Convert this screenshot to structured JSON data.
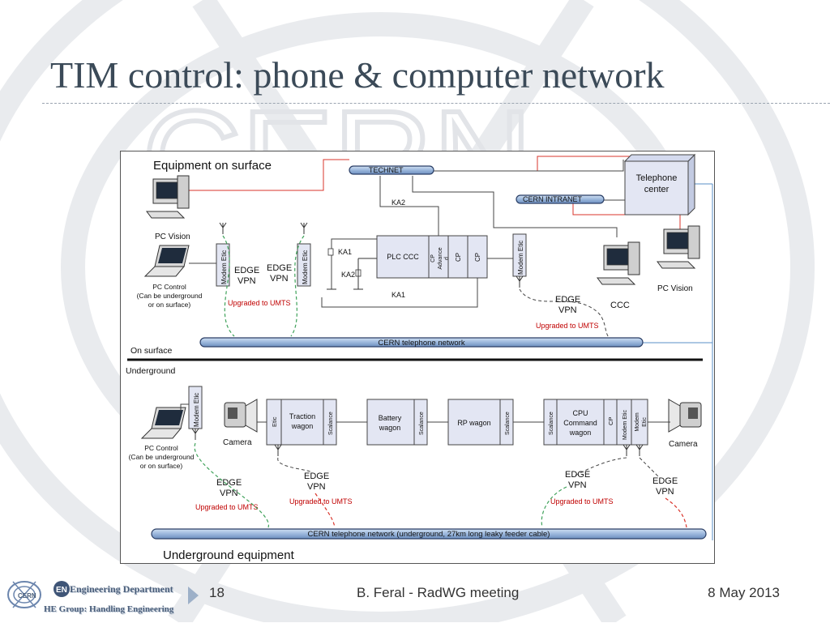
{
  "slide": {
    "title": "TIM control: phone & computer network",
    "number": "18",
    "presenter": "B. Feral  - RadWG meeting",
    "date": "8 May 2013",
    "logo": {
      "cern_text": "CERN",
      "en_badge": "EN",
      "department": "Engineering Department",
      "group": "HE Group: Handling Engineering"
    },
    "watermark_text": "CERN"
  },
  "diagram": {
    "surface_title": "Equipment on surface",
    "underground_title": "Underground equipment",
    "on_surface_label": "On surface",
    "underground_label": "Underground",
    "technet": "TECHNET",
    "cern_intranet": "CERN INTRANET",
    "telephone_center": [
      "Telephone",
      "center"
    ],
    "ka2_top": "KA2",
    "ka1_left": "KA1",
    "ka2_left": "KA2",
    "ka1_bottom": "KA1",
    "plc_ccc": "PLC CCC",
    "cp_advanced": [
      "CP",
      "Advance",
      "d"
    ],
    "cp1": "CP",
    "cp2": "CP",
    "pc_vision_left": "PC Vision",
    "pc_vision_right": "PC Vision",
    "ccc": "CCC",
    "pc_control_top": [
      "PC Control",
      "(Can be underground",
      "or on surface)"
    ],
    "pc_control_bottom": [
      "PC Control",
      "(Can be underground",
      "or on surface)"
    ],
    "modem_etic": "Modem Etic",
    "edge_vpn": [
      "EDGE",
      "VPN"
    ],
    "upgraded": "Upgraded to UMTS",
    "telephone_network_surface": "CERN telephone network",
    "telephone_network_underground": "CERN telephone network (underground, 27km long leaky feeder cable)",
    "camera": "Camera",
    "traction_wagon": [
      "Traction",
      "wagon"
    ],
    "battery_wagon": [
      "Battery",
      "wagon"
    ],
    "rp_wagon": "RP wagon",
    "cpu_wagon": [
      "CPU",
      "Command",
      "wagon"
    ],
    "etic": "Etic",
    "scalance": "Scalance",
    "cp_small": "CP",
    "modem_etic_split": [
      "Modem",
      "Etic"
    ]
  },
  "colors": {
    "title": "#3b4a58",
    "pipe_fill": "#9bb7dc",
    "pipe_stroke": "#2b3f66",
    "box_fill": "#e3e6f3",
    "red_line": "#d9342b",
    "green_dashed": "#3fa25a",
    "red_dashed": "#d9342b",
    "blue_line": "#5a8fc7",
    "upgrade_text": "#c00000"
  }
}
